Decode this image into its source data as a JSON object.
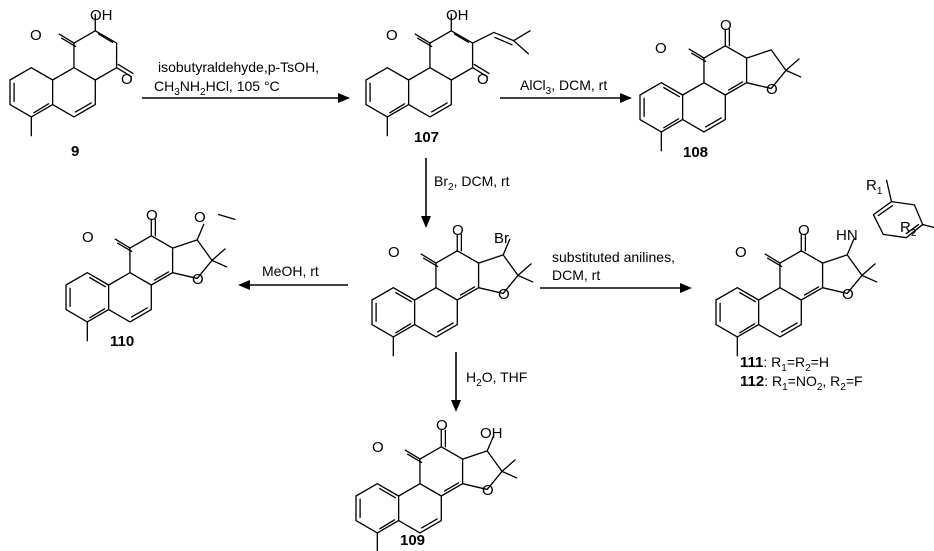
{
  "atoms": {
    "O": "O",
    "OH": "OH",
    "HN": "HN",
    "Br": "Br",
    "R1": "R",
    "R2": "R",
    "sub1": "1",
    "sub2": "2"
  },
  "compounds": {
    "c9": "9",
    "c107": "107",
    "c108": "108",
    "c109": "109",
    "c110": "110",
    "c111": "111",
    "c112": "112"
  },
  "conditions": {
    "step1_line1": "isobutyraldehyde,p-TsOH,",
    "step1_line2_a": "CH",
    "step1_line2_s1": "3",
    "step1_line2_b": "NH",
    "step1_line2_s2": "2",
    "step1_line2_c": "HCl, 105 °C",
    "step2": "AlCl",
    "step2_sub": "3",
    "step2_tail": ", DCM, rt",
    "step3_a": "Br",
    "step3_s": "2",
    "step3_b": ", DCM, rt",
    "step4": "MeOH, rt",
    "step5_line1": "substituted anilines,",
    "step5_line2": "DCM, rt",
    "step6_a": "H",
    "step6_s": "2",
    "step6_b": "O, THF"
  },
  "substituents": {
    "r111": ": R",
    "r111_s1": "1",
    "r111_mid": "=R",
    "r111_s2": "2",
    "r111_tail": "=H",
    "r112": ": R",
    "r112_s1": "1",
    "r112_mid": "=NO",
    "r112_s2": "2",
    "r112_mid2": ", R",
    "r112_s3": "2",
    "r112_tail": "=F"
  }
}
